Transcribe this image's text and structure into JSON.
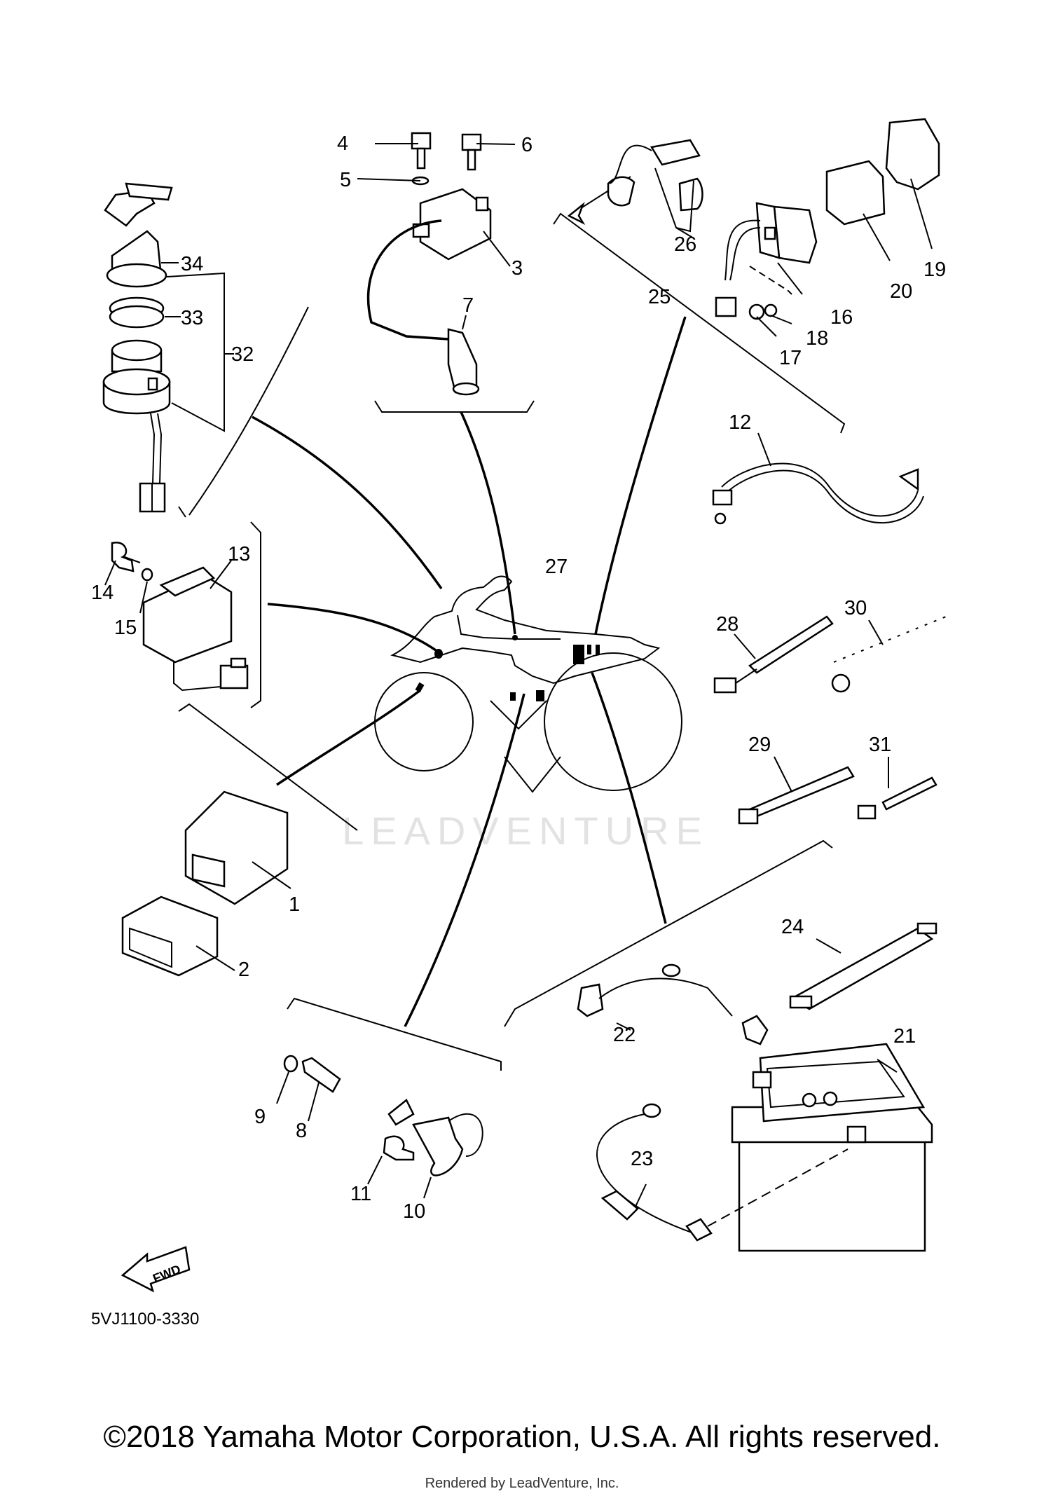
{
  "diagram": {
    "code": "5VJ1100-3330",
    "fwd_label": "FWD",
    "watermark": "LEADVENTURE",
    "copyright": "©2018 Yamaha Motor Corporation, U.S.A. All rights reserved.",
    "rendered_by": "Rendered by LeadVenture, Inc.",
    "callouts": [
      "1",
      "2",
      "3",
      "4",
      "5",
      "6",
      "7",
      "8",
      "9",
      "10",
      "11",
      "12",
      "13",
      "14",
      "15",
      "16",
      "17",
      "18",
      "19",
      "20",
      "21",
      "22",
      "23",
      "24",
      "25",
      "26",
      "27",
      "28",
      "29",
      "30",
      "31",
      "32",
      "33",
      "34"
    ]
  }
}
